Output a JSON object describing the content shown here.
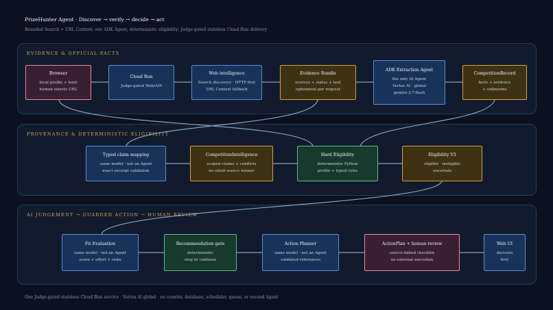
{
  "header": {
    "title": "PrizeHunter Agent · Discover → verify → decide → act",
    "subtitle": "Bounded Search + URL Context; one ADK Agent; deterministic eligibility; Judge-gated stateless Cloud Run delivery"
  },
  "sections": {
    "evidence": "EVIDENCE & OFFICIAL FACTS",
    "provenance": "PROVENANCE & DETERMINISTIC ELIGIBILITY",
    "judgement": "AI JUDGEMENT → GUARDED ACTION → HUMAN REVIEW"
  },
  "nodes": {
    "browser": {
      "title": "Browser",
      "l1": "local profile + hunt",
      "l2": "human selects URL"
    },
    "cloud_run": {
      "title": "Cloud Run",
      "l1": "Judge-gated Web/API"
    },
    "web_intel": {
      "title": "Web intelligence",
      "l1": "Search discovery · HTTP first",
      "l2": "URL Context fallback"
    },
    "evidence_bundle": {
      "title": "Evidence Bundle",
      "l1": "sources + status + text",
      "l2": "ephemeral per request"
    },
    "adk_agent": {
      "title": "ADK Extraction Agent",
      "l1": "the only AI Agent",
      "l2": "Vertex AI · global",
      "l3": "gemini-3.7-flash"
    },
    "competition_record": {
      "title": "CompetitionRecord",
      "l1": "facts + evidence",
      "l2": "+ unknowns"
    },
    "typed_claim": {
      "title": "Typed claim mapping",
      "l1": "same model · not an Agent",
      "l2": "exact excerpt validation"
    },
    "comp_intel": {
      "title": "CompetitionIntelligence",
      "l1": "scoped claims + conflicts",
      "l2": "no silent source winner"
    },
    "hard_elig": {
      "title": "Hard Eligibility",
      "l1": "deterministic Python",
      "l2": "profile + typed rules"
    },
    "elig_v3": {
      "title": "Eligibility V3",
      "l1": "eligible · ineligible",
      "l2": "uncertain"
    },
    "fit_eval": {
      "title": "Fit Evaluation",
      "l1": "same model · not an Agent",
      "l2": "score + effort + risks"
    },
    "rec_gate": {
      "title": "Recommendation gate",
      "l1": "deterministic",
      "l2": "stop or continue"
    },
    "action_planner": {
      "title": "Action Planner",
      "l1": "same model · not an Agent",
      "l2": "validated references"
    },
    "action_plan": {
      "title": "ActionPlan + human review",
      "l1": "source-linked checklist",
      "l2": "no external execution"
    },
    "web_ui": {
      "title": "Web UI",
      "l1": "decision",
      "l2": "first"
    }
  },
  "colors": {
    "background": "#0b1120",
    "panel": "#111b2d",
    "section_title": "#e0a64b",
    "connector": "#8da2bd"
  },
  "footer": "One Judge-gated stateless Cloud Run service · Vertex AI global · no crawler, database, scheduler, queue, or second Agent"
}
